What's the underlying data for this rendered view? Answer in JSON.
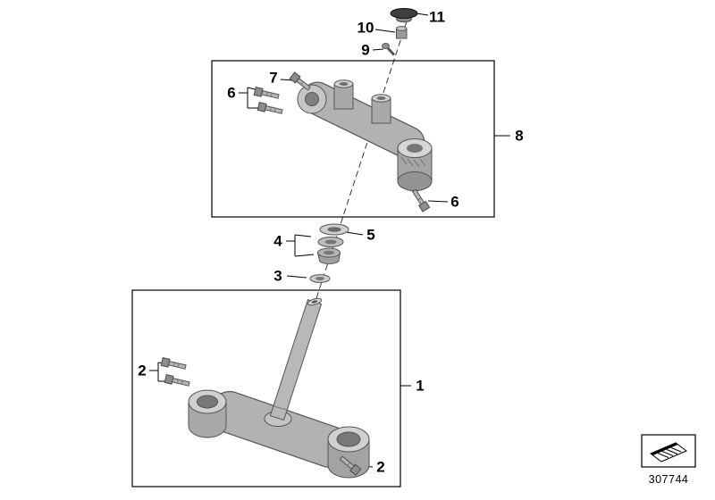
{
  "diagram": {
    "type": "exploded-parts-diagram",
    "subject": "fork-bridge-assembly"
  },
  "callouts": {
    "1": "1",
    "2": "2",
    "3": "3",
    "4": "4",
    "5": "5",
    "6": "6",
    "7": "7",
    "8": "8",
    "9": "9",
    "10": "10",
    "11": "11"
  },
  "footer": {
    "part_number": "307744"
  },
  "icons": {
    "logo": "parts-catalog-logo-icon"
  },
  "colors": {
    "line": "#000000",
    "metal_light": "#d2d2d2",
    "metal_mid": "#b2b2b2",
    "metal_dark": "#8a8a8a",
    "cap_dark": "#3f3f3f"
  }
}
